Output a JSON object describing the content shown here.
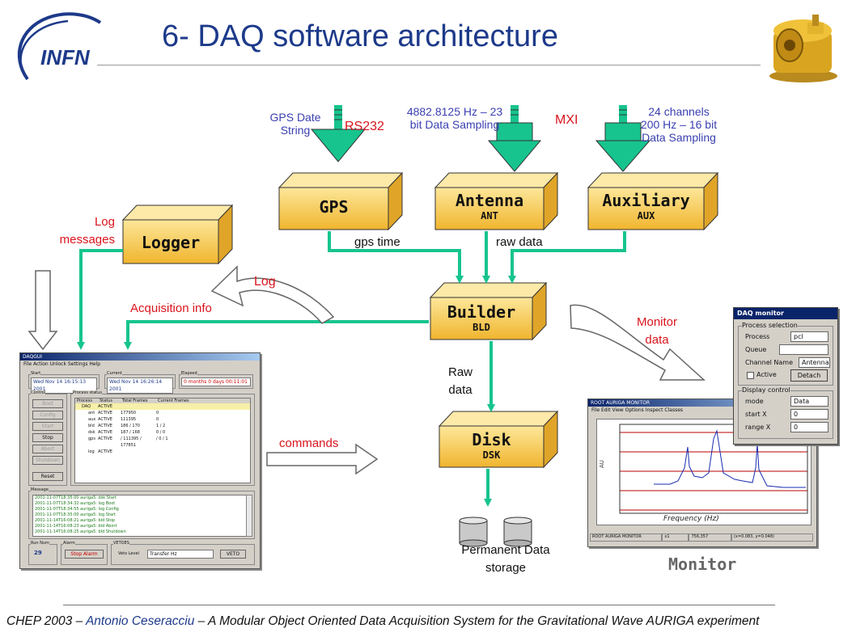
{
  "header": {
    "title": "6- DAQ software architecture",
    "logo_text": "INFN"
  },
  "footer": {
    "part1": "CHEP 2003 – ",
    "author": "Antonio Ceseracciu",
    "part2": " – A Modular Object Oriented Data Acquisition System for the Gravitational Wave AURIGA experiment"
  },
  "inputs": {
    "gps": "GPS Date String",
    "rs232": "RS232",
    "antenna": "4882.8125 Hz – 23 bit Data Sampling",
    "mxi": "MXI",
    "auxiliary": "24 channels 200 Hz – 16 bit Data Sampling"
  },
  "boxes": {
    "gps": {
      "name": "GPS"
    },
    "antenna": {
      "name": "Antenna",
      "code": "ANT"
    },
    "auxiliary": {
      "name": "Auxiliary",
      "code": "AUX"
    },
    "logger": {
      "name": "Logger"
    },
    "builder": {
      "name": "Builder",
      "code": "BLD"
    },
    "disk": {
      "name": "Disk",
      "code": "DSK"
    }
  },
  "labels": {
    "log_messages": "Log messages",
    "gps_time": "gps time",
    "raw_data_top": "raw data",
    "log": "Log",
    "acquisition_info": "Acquisition info",
    "monitor_data": "Monitor data",
    "raw_data": "Raw data",
    "commands": "commands",
    "permanent_storage": "Permanent Data storage",
    "monitor": "Monitor",
    "frequency": "Frequency (Hz)"
  },
  "daqgui": {
    "title": "DAQGUI",
    "menu": "File  Action  Unlock  Settings  Help",
    "start_label": "Start",
    "start_value": "Wed Nov 14 16:15:13 2001",
    "current_label": "Current",
    "current_value": "Wed Nov 14 16:26:14 2001",
    "elapsed_label": "Elapsed",
    "elapsed_value": "0 months 0 days  00:11:01",
    "control_label": "Control",
    "control_buttons": [
      "Boot",
      "Config",
      "Start",
      "Stop",
      "Abort",
      "Shutdown",
      "Reset"
    ],
    "process_status_label": "Process status",
    "process_headers": [
      "Process",
      "Status",
      "Total Frames",
      "Current Frames"
    ],
    "process_rows": [
      [
        "DAQ",
        "ACTIVE",
        "",
        ""
      ],
      [
        "ant",
        "ACTIVE",
        "177950",
        "0"
      ],
      [
        "aux",
        "ACTIVE",
        "111395",
        "0"
      ],
      [
        "bld",
        "ACTIVE",
        "186 / 170",
        "1 / 2"
      ],
      [
        "dsk",
        "ACTIVE",
        "187 / 168",
        "0 / 0"
      ],
      [
        "gps",
        "ACTIVE",
        "/ 111395 / 177851",
        "/ 0 / 1"
      ],
      [
        "log",
        "ACTIVE",
        "",
        ""
      ]
    ],
    "message_label": "Message",
    "messages": [
      "2001-11-07T18:35:00  auriga5: dsk Start",
      "2001-11-07T18:34:32  auriga5: log Boot",
      "2001-11-07T18:34:55  auriga5: log Config",
      "2001-11-07T18:35:00  auriga5: log Start",
      "2001-11-14T16:08:21  auriga5: bld Stop",
      "2001-11-14T16:08:23  auriga5: bld Abort",
      "2001-11-14T16:08:25  auriga5: bld Shutdown"
    ],
    "run_num_label": "Run Num",
    "run_num_value": "29",
    "alarm_label": "Alarm",
    "alarm_button": "Stop Alarm",
    "vetoes_label": "VETOES",
    "veto_level_label": "Veto Level",
    "veto_level_value": "Transfer Hz",
    "veto_button": "VETO"
  },
  "root_monitor": {
    "title": "ROOT AURIGA MONITOR",
    "menu": "File  Edit  View  Options  Inspect  Classes",
    "ylabel": "AU",
    "status": [
      "ROOT AURIGA MONITOR",
      "x1",
      "756,357",
      "(x=0.083, y=0.048)"
    ]
  },
  "daq_monitor": {
    "title": "DAQ monitor",
    "process_selection": "Process selection",
    "process_label": "Process",
    "process_value": "pcl",
    "queue_label": "Queue",
    "queue_value": "",
    "channel_label": "Channel Name",
    "channel_value": "Antenna",
    "active_label": "Active",
    "detach_button": "Detach",
    "display_control": "Display control",
    "mode_label": "mode",
    "mode_value": "Data",
    "start_label": "start X",
    "start_value": "0",
    "range_label": "range X",
    "range_value": "0"
  },
  "colors": {
    "accent_green": "#17c48e",
    "box_yellow": "#f5c842",
    "title_blue": "#1d3a8a",
    "label_red": "#d8141c",
    "label_blue": "#3a3fb0"
  }
}
